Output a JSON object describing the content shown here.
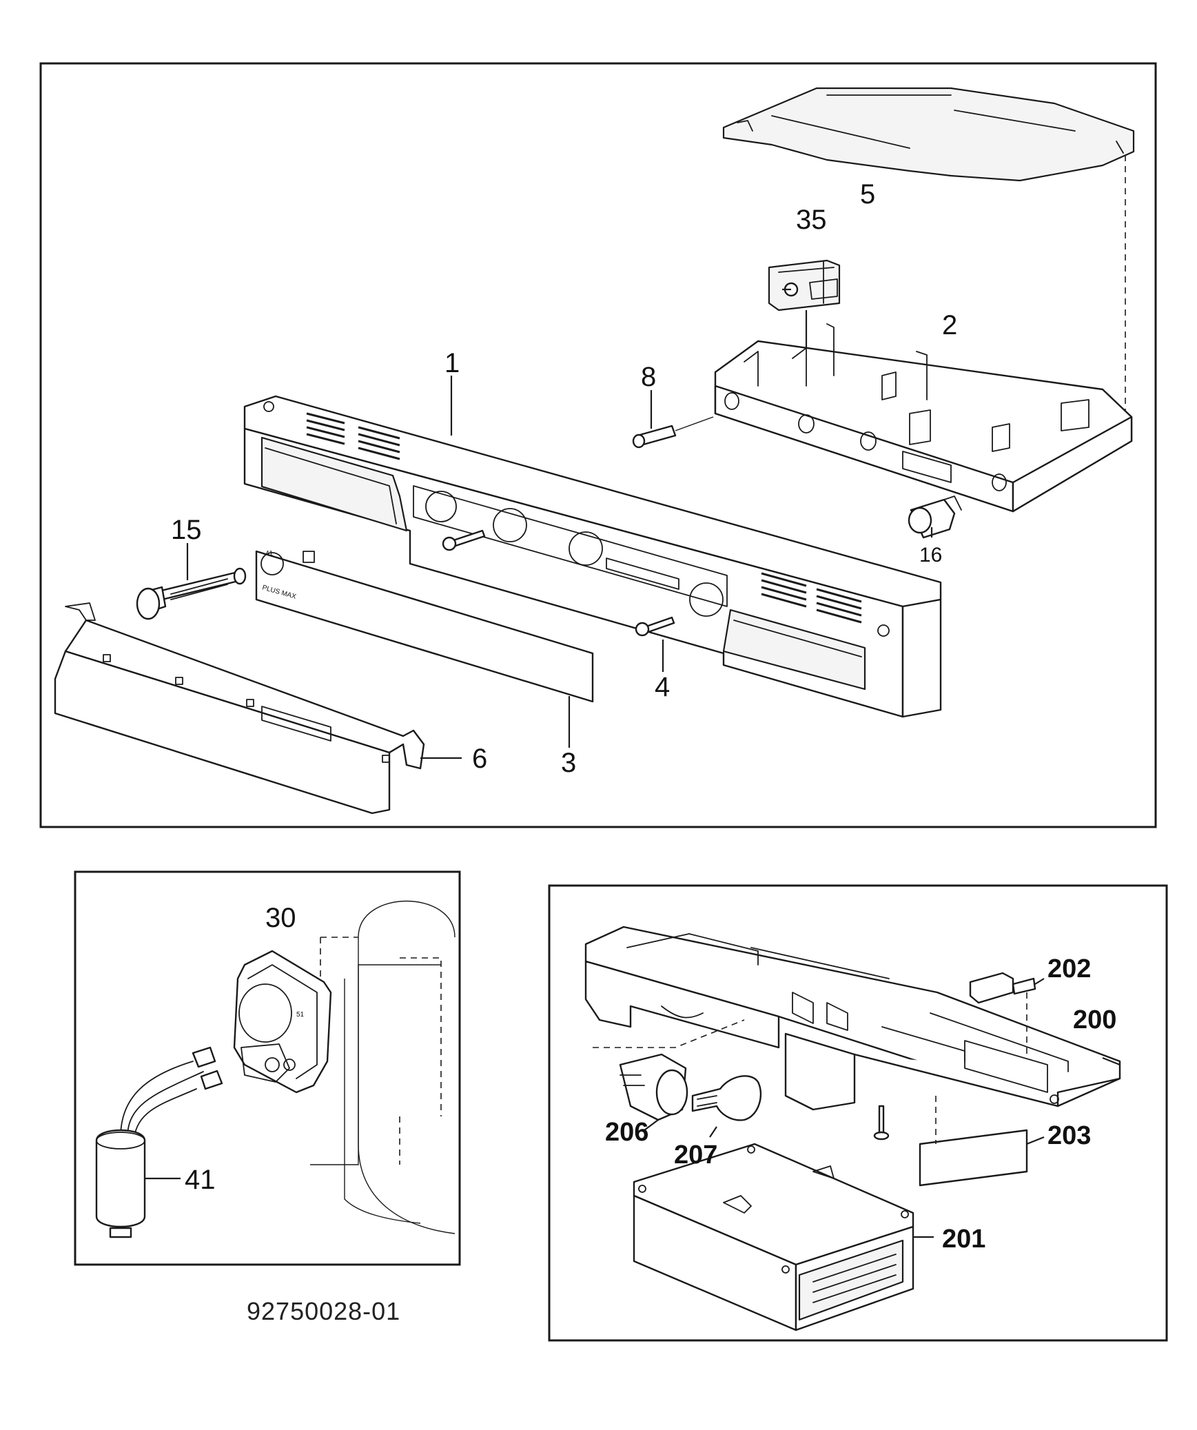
{
  "panels": {
    "top": {
      "labels": {
        "p1": "1",
        "p2": "2",
        "p3": "3",
        "p4": "4",
        "p5": "5",
        "p6": "6",
        "p8": "8",
        "p15": "15",
        "p16": "16",
        "p35": "35"
      },
      "knob_text": "PLUS MAX",
      "knob_mark": "41"
    },
    "bottom_left": {
      "labels": {
        "p30": "30",
        "p41": "41"
      },
      "relay_mark": "51"
    },
    "bottom_right": {
      "labels": {
        "p200": "200",
        "p201": "201",
        "p202": "202",
        "p203": "203",
        "p206": "206",
        "p207": "207"
      }
    }
  },
  "drawing_number": "92750028-01"
}
